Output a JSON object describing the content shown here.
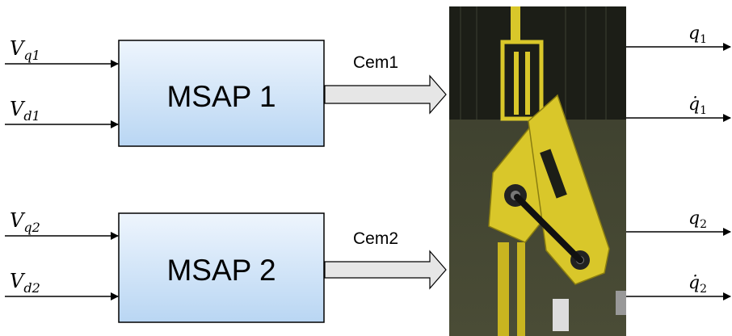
{
  "inputs": [
    {
      "symbol": "V",
      "subscript": "q1"
    },
    {
      "symbol": "V",
      "subscript": "d1"
    },
    {
      "symbol": "V",
      "subscript": "q2"
    },
    {
      "symbol": "V",
      "subscript": "d2"
    }
  ],
  "blocks": [
    {
      "label": "MSAP 1",
      "output": "Cem1"
    },
    {
      "label": "MSAP 2",
      "output": "Cem2"
    }
  ],
  "outputs": [
    {
      "symbol": "q",
      "subscript": "1"
    },
    {
      "symbol": "q̇",
      "subscript": "1"
    },
    {
      "symbol": "q",
      "subscript": "2"
    },
    {
      "symbol": "q̇",
      "subscript": "2"
    }
  ],
  "colors": {
    "block_top": "#eef5fd",
    "block_bottom": "#b9d6f3",
    "arrow_fill": "#e6e6e6",
    "robot_wall": "#3f4230",
    "robot_yellow": "#d9c72a",
    "line": "#000000"
  }
}
